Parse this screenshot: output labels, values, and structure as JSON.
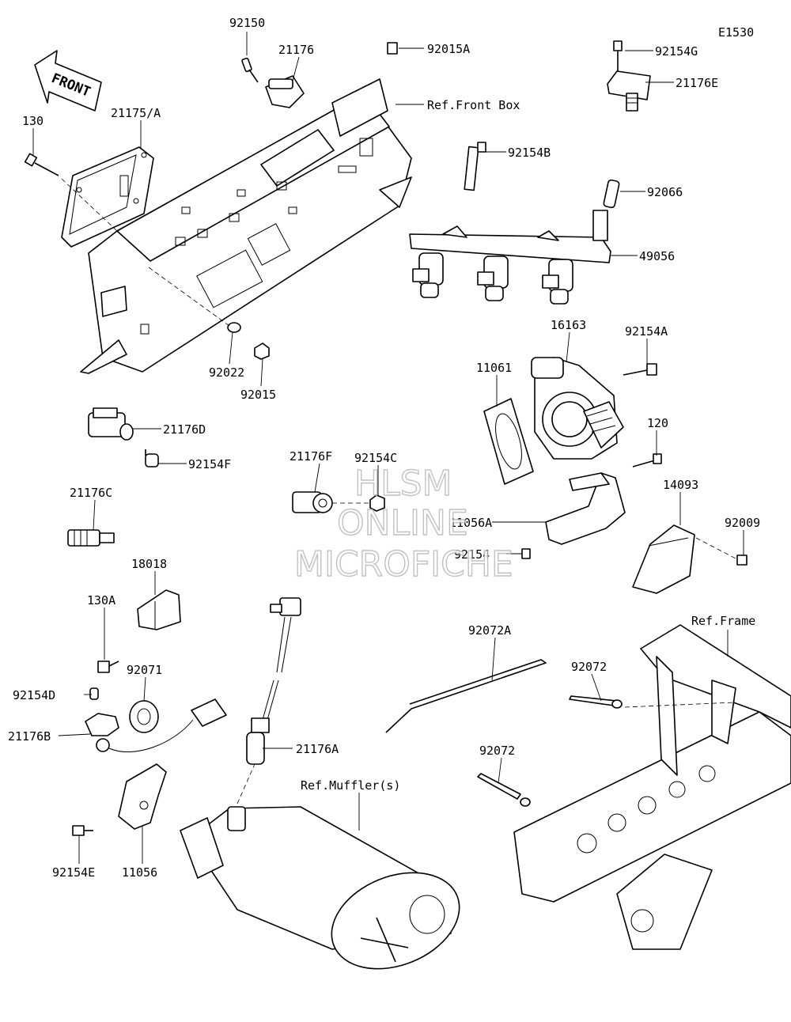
{
  "diagram_code": "E1530",
  "front_arrow": "FRONT",
  "watermark": [
    "HLSM",
    "ONLINE",
    "MICROFICHE"
  ],
  "labels": {
    "p92150": "92150",
    "p21176": "21176",
    "p92015A": "92015A",
    "refFrontBox": "Ref.Front Box",
    "p130": "130",
    "p21175A": "21175/A",
    "p92154G": "92154G",
    "p21176E": "21176E",
    "p92154B": "92154B",
    "p92066": "92066",
    "p49056": "49056",
    "p16163": "16163",
    "p92154A": "92154A",
    "p11061": "11061",
    "p120": "120",
    "p14093": "14093",
    "p92009": "92009",
    "p92022": "92022",
    "p92015": "92015",
    "p21176D": "21176D",
    "p92154F": "92154F",
    "p21176F": "21176F",
    "p92154C": "92154C",
    "p11056A": "11056A",
    "p92154": "92154",
    "p21176C": "21176C",
    "p18018": "18018",
    "p130A": "130A",
    "refFrame": "Ref.Frame",
    "p92072A": "92072A",
    "p92072a": "92072",
    "p92072b": "92072",
    "p92154D": "92154D",
    "p92071": "92071",
    "p21176B": "21176B",
    "p21176A": "21176A",
    "refMuffler": "Ref.Muffler(s)",
    "p92154E": "92154E",
    "p11056": "11056"
  }
}
